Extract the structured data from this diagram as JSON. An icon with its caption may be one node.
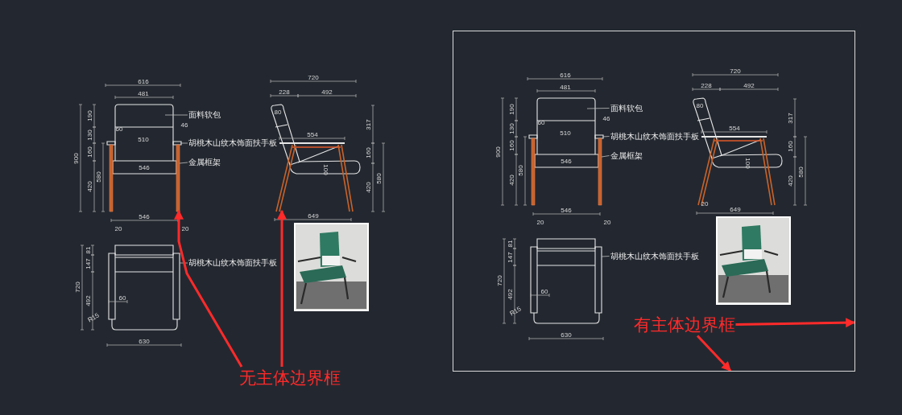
{
  "diagram": {
    "nodes": [
      {
        "text": [
          "面料软包"
        ]
      },
      {
        "text": [
          "胡桃木山纹木饰面扶手板"
        ]
      },
      {
        "text": [
          "金属框架"
        ]
      },
      {
        "text": [
          "胡桃木山纹木饰面扶手板"
        ]
      },
      {
        "text": [
          "无主体边界框"
        ]
      },
      {
        "text": [],
        "shape": "box"
      },
      {
        "text": [
          "面料软包"
        ],
        "in": 5
      },
      {
        "text": [
          "胡桃木山纹木饰面扶手板"
        ],
        "in": 5
      },
      {
        "text": [
          "金属框架"
        ],
        "in": 5
      },
      {
        "text": [
          "胡桃木山纹木饰面扶手板"
        ],
        "in": 5
      },
      {
        "text": [
          "有主体边界框"
        ],
        "in": 5
      },
      {
        "text": [],
        "shape": "picture"
      },
      {
        "text": [],
        "shape": "picture"
      },
      {
        "text": [],
        "shape": "picture",
        "in": 5
      },
      {
        "text": [],
        "shape": "picture"
      },
      {
        "text": [],
        "shape": "picture",
        "in": 5
      }
    ],
    "edges": [
      {
        "from": 0,
        "to": 11,
        "arrow": "none"
      },
      {
        "from": 1,
        "to": 11,
        "arrow": "none"
      },
      {
        "from": 2,
        "to": 11,
        "arrow": "none"
      },
      {
        "from": 3,
        "to": 14,
        "arrow": "none"
      },
      {
        "from": 6,
        "to": 13,
        "arrow": "none"
      },
      {
        "from": 7,
        "to": 13,
        "arrow": "none"
      },
      {
        "from": 8,
        "to": 13,
        "arrow": "none"
      },
      {
        "from": 9,
        "to": 15,
        "arrow": "none"
      },
      {
        "from": 4,
        "to": 12,
        "arrow": "to",
        "style": "thick",
        "color": "#ff2a2a"
      },
      {
        "from": 4,
        "to": 11,
        "arrow": "to",
        "style": "thick",
        "color": "#ff2a2a"
      },
      {
        "from": 10,
        "to": 5,
        "arrow": "to",
        "style": "thick",
        "color": "#ff2a2a"
      },
      {
        "from": 10,
        "to": 5,
        "arrow": "to",
        "style": "thick",
        "color": "#ff2a2a"
      }
    ],
    "labels": [
      "616",
      "481",
      "190",
      "130",
      "160",
      "420",
      "900",
      "580",
      "60",
      "46",
      "510",
      "546",
      "546",
      "20",
      "20",
      "720",
      "228",
      "492",
      "80",
      "554",
      "317",
      "160",
      "580",
      "420",
      "100",
      "649",
      "81",
      "147",
      "720",
      "492",
      "60",
      "R15",
      "630",
      "616",
      "481",
      "190",
      "130",
      "160",
      "420",
      "900",
      "580",
      "60",
      "46",
      "510",
      "546",
      "546",
      "20",
      "20",
      "720",
      "228",
      "492",
      "80",
      "554",
      "317",
      "160",
      "580",
      "420",
      "100",
      "20",
      "649",
      "81",
      "147",
      "720",
      "492",
      "60",
      "R15",
      "630"
    ]
  }
}
